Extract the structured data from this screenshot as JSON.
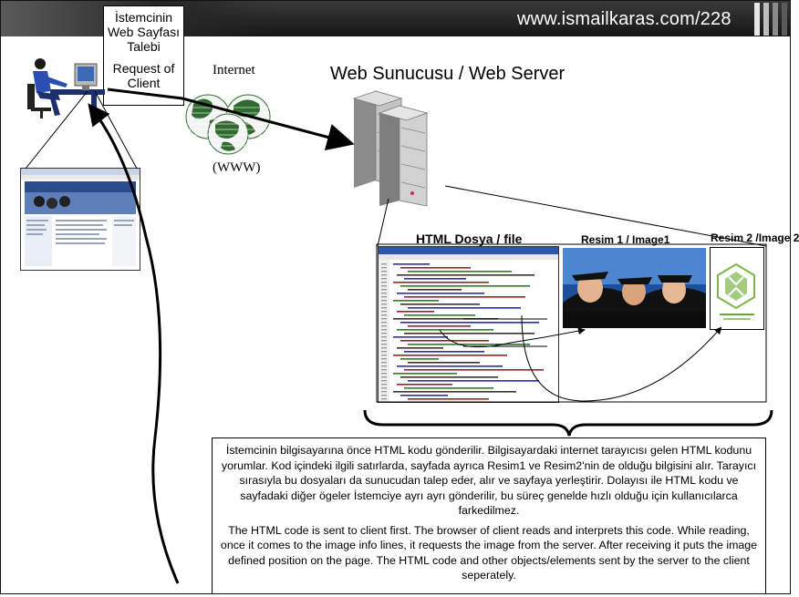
{
  "header": {
    "url": "www.ismailkaras.com/228"
  },
  "client": {
    "caption_tr": [
      "İstemcinin",
      "Web Sayfası",
      "Talebi"
    ],
    "caption_en": [
      "Request of",
      "Client"
    ]
  },
  "internet": {
    "label": "Internet",
    "sublabel": "(WWW)"
  },
  "server": {
    "title": "Web Sunucusu / Web Server"
  },
  "resources": {
    "html_file": "HTML Dosya / file",
    "image1": "Resim 1 / Image1",
    "image2": "Resim 2 /Image 2"
  },
  "explanation": {
    "turkish": "İstemcinin bilgisayarına önce HTML kodu gönderilir. Bilgisayardaki internet tarayıcısı gelen HTML kodunu yorumlar. Kod içindeki ilgili satırlarda, sayfada ayrıca Resim1 ve Resim2'nin de olduğu bilgisini alır. Tarayıcı sırasıyla bu dosyaları da sunucudan talep eder, alır ve sayfaya yerleştirir.  Dolayısı ile HTML kodu ve sayfadaki diğer ögeler İstemciye ayrı ayrı gönderilir, bu süreç genelde hızlı olduğu için kullanıcılarca farkedilmez.",
    "english": "The HTML code is sent to client first. The browser of client reads and interprets this code. While reading, once it comes to the image info lines, it requests the image from the server. After receiving it puts the image defined position on the page. The HTML code and other objects/elements sent by the server to the client seperately."
  },
  "colors": {
    "header_bg": "#1e1e1e",
    "header_text": "#ffffff",
    "arrow": "#000000",
    "globe_green": "#2f6b2f",
    "server_gray": "#b9b9b9",
    "logo_green": "#7db64b"
  }
}
